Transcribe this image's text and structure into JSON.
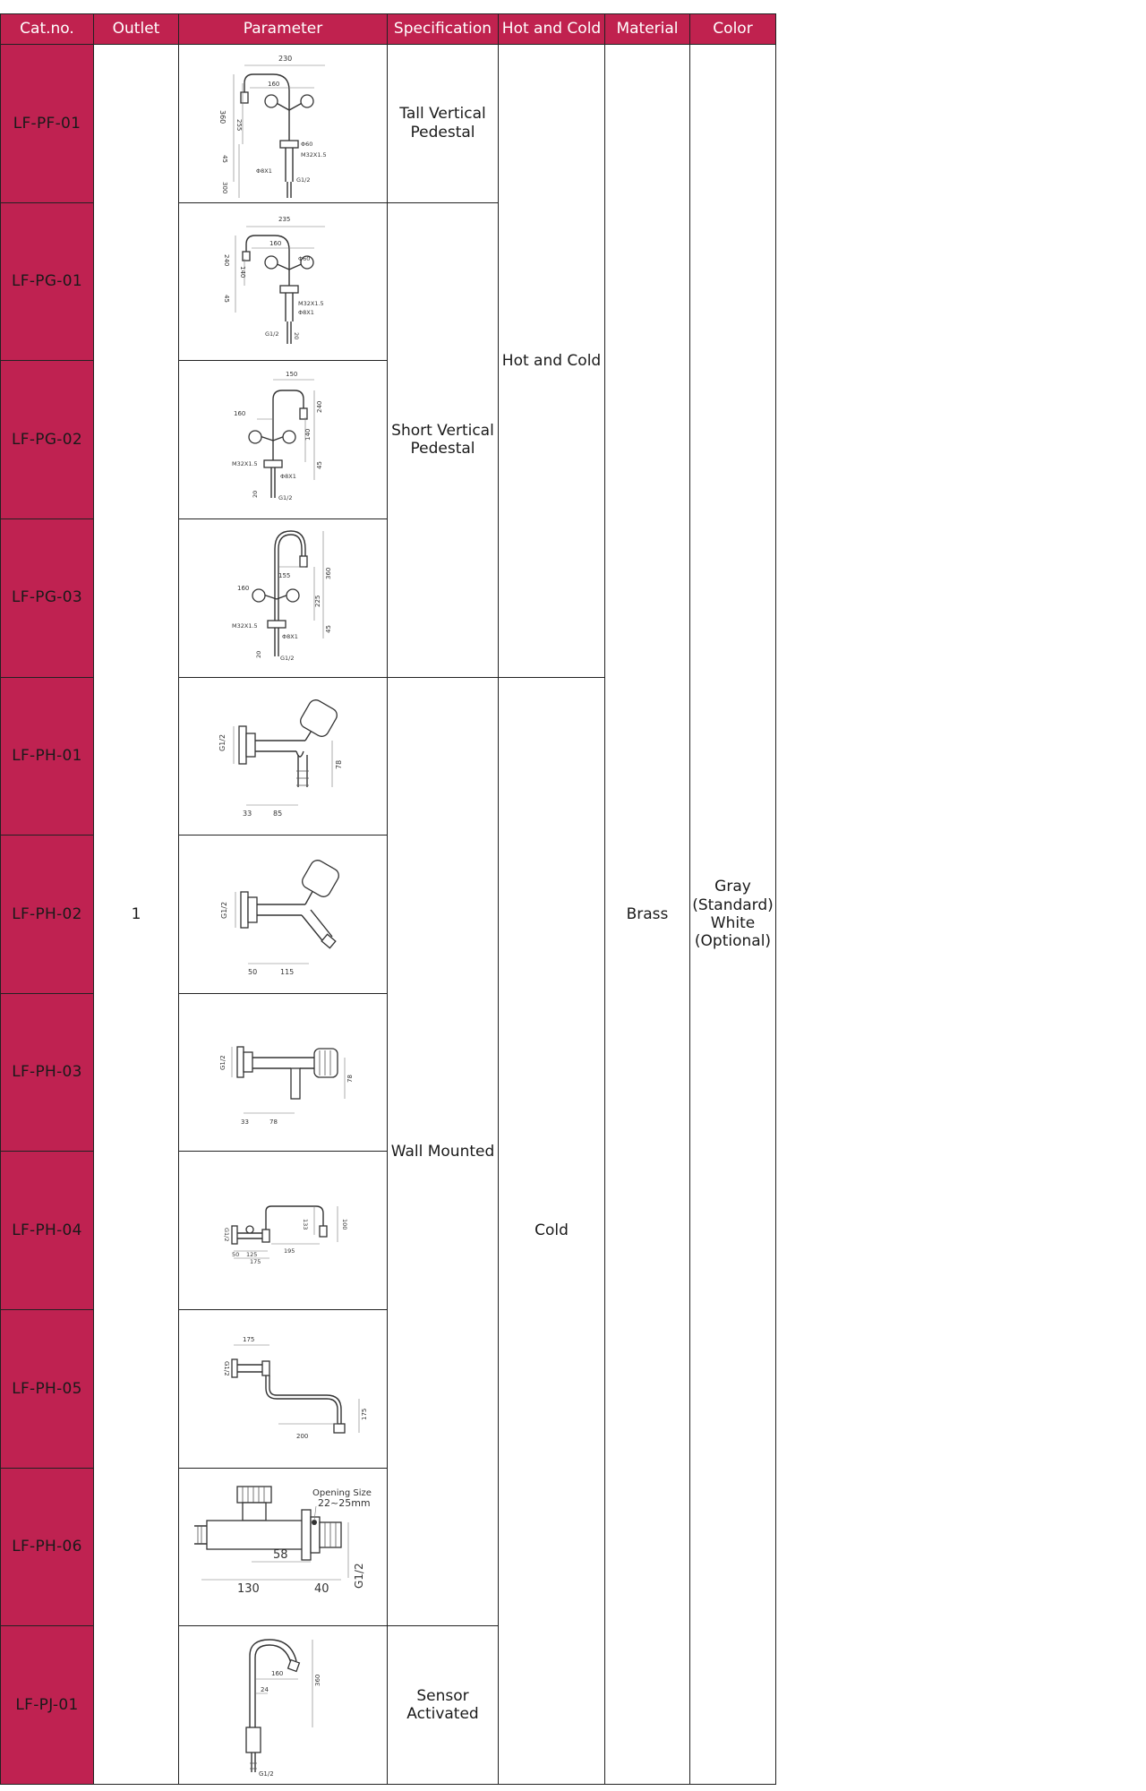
{
  "headers": {
    "catno": "Cat.no.",
    "outlet": "Outlet",
    "parameter": "Parameter",
    "specification": "Specification",
    "hot_cold": "Hot and Cold",
    "material": "Material",
    "color": "Color"
  },
  "colors": {
    "accent": "#c0224f",
    "catno_bg": "#bf2251"
  },
  "rows": [
    {
      "catno": "LF-PF-01",
      "dims": [
        "230",
        "160",
        "360",
        "255",
        "45",
        "300",
        "Φ60",
        "M32X1.5",
        "Φ8X1",
        "G1/2"
      ]
    },
    {
      "catno": "LF-PG-01",
      "dims": [
        "235",
        "160",
        "240",
        "140",
        "45",
        "Φ60",
        "M32X1.5",
        "Φ8X1",
        "G1/2",
        "20"
      ]
    },
    {
      "catno": "LF-PG-02",
      "dims": [
        "150",
        "160",
        "240",
        "140",
        "45",
        "M32X1.5",
        "Φ8X1",
        "20",
        "G1/2"
      ]
    },
    {
      "catno": "LF-PG-03",
      "dims": [
        "160",
        "155",
        "225",
        "360",
        "45",
        "M32X1.5",
        "Φ8X1",
        "20",
        "G1/2"
      ]
    },
    {
      "catno": "LF-PH-01",
      "dims": [
        "G1/2",
        "33",
        "85",
        "78"
      ]
    },
    {
      "catno": "LF-PH-02",
      "dims": [
        "G1/2",
        "50",
        "115"
      ]
    },
    {
      "catno": "LF-PH-03",
      "dims": [
        "G1/2",
        "33",
        "78",
        "78"
      ]
    },
    {
      "catno": "LF-PH-04",
      "dims": [
        "G1/2",
        "50",
        "125",
        "175",
        "133",
        "195",
        "100"
      ]
    },
    {
      "catno": "LF-PH-05",
      "dims": [
        "175",
        "G1/2",
        "175",
        "200"
      ]
    },
    {
      "catno": "LF-PH-06",
      "dims": [
        "Opening Size",
        "22~25mm",
        "58",
        "130",
        "40",
        "G1/2"
      ]
    },
    {
      "catno": "LF-PJ-01",
      "dims": [
        "160",
        "24",
        "360",
        "G1/2"
      ]
    }
  ],
  "outlet": "1",
  "specifications": {
    "tall_vertical": "Tall Vertical Pedestal",
    "short_vertical": "Short Vertical Pedestal",
    "wall_mounted": "Wall Mounted",
    "sensor": "Sensor Activated"
  },
  "hot_cold_values": {
    "hot_and_cold": "Hot and Cold",
    "cold": "Cold"
  },
  "material": "Brass",
  "color_value": "Gray (Standard) White (Optional)"
}
